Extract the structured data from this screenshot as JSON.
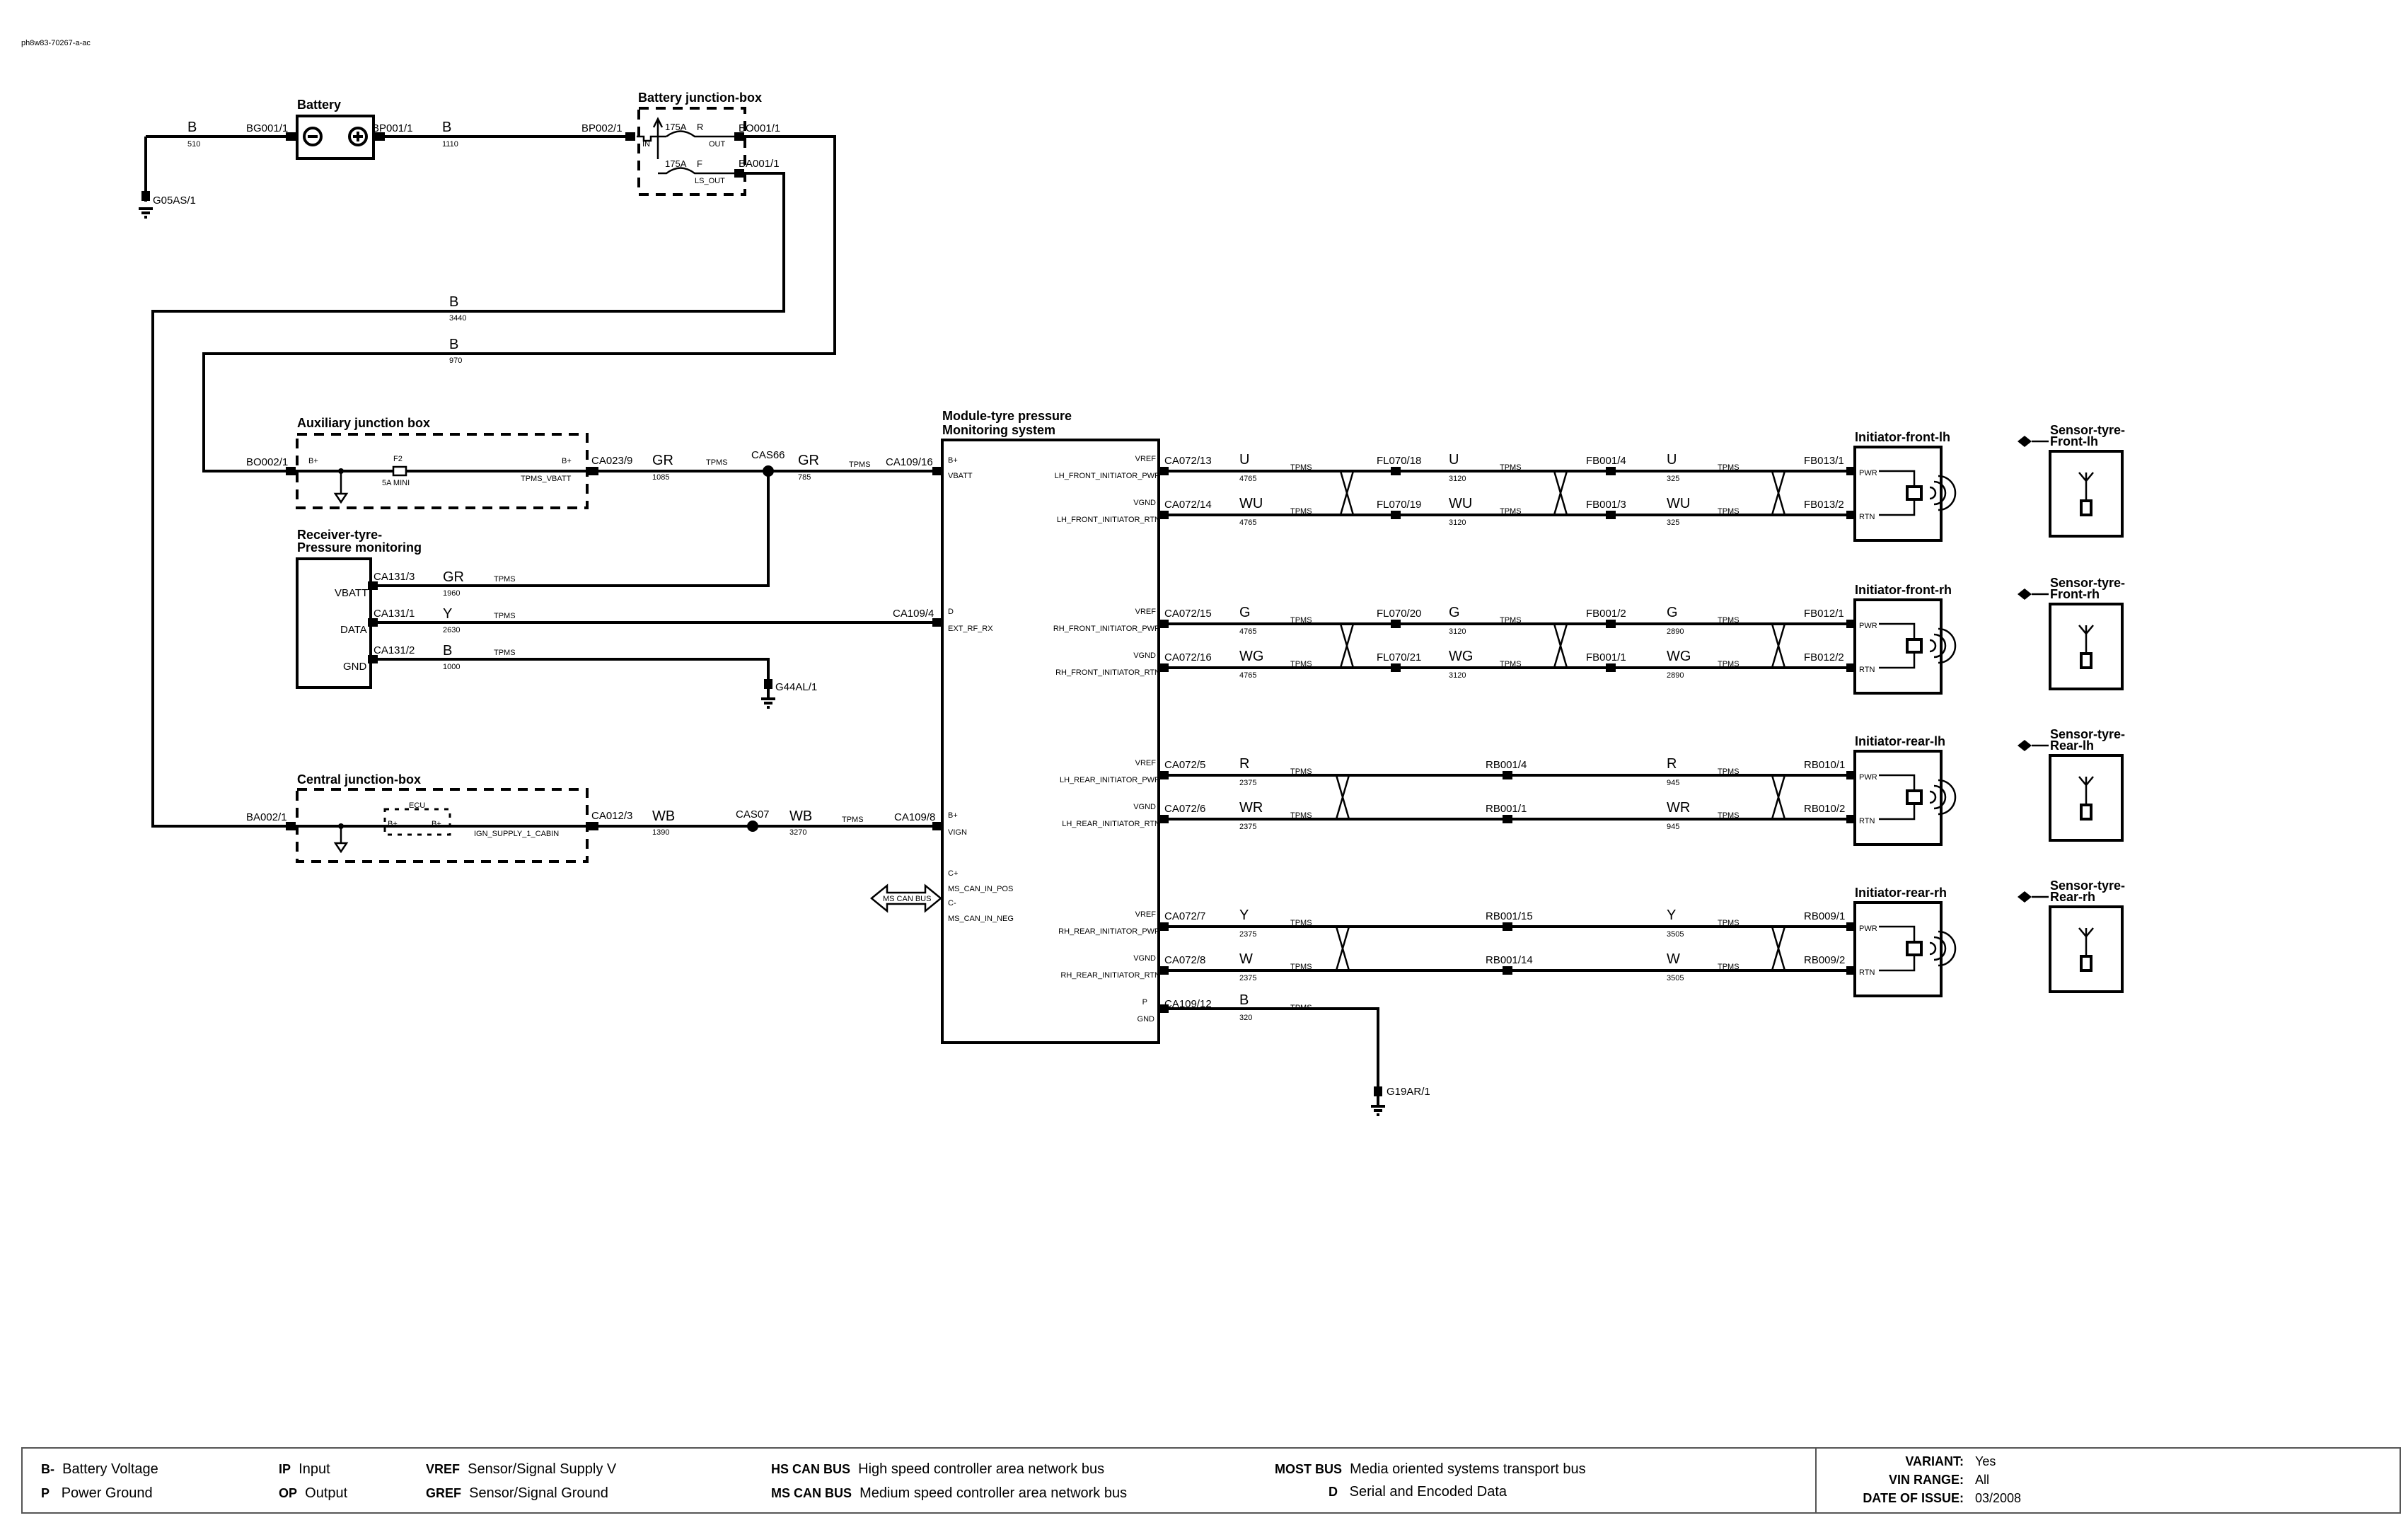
{
  "doc_id": "ph8w83-70267-a-ac",
  "components": {
    "battery": "Battery",
    "battery_jbox": "Battery junction-box",
    "aux_jbox": "Auxiliary junction box",
    "receiver_l1": "Receiver-tyre-",
    "receiver_l2": "Pressure monitoring",
    "central_jbox": "Central junction-box",
    "module_l1": "Module-tyre pressure",
    "module_l2": "Monitoring system",
    "init_front_lh": "Initiator-front-lh",
    "init_front_rh": "Initiator-front-rh",
    "init_rear_lh": "Initiator-rear-lh",
    "init_rear_rh": "Initiator-rear-rh",
    "sensor_front_lh_l1": "Sensor-tyre-",
    "sensor_front_lh_l2": "Front-lh",
    "sensor_front_rh_l1": "Sensor-tyre-",
    "sensor_front_rh_l2": "Front-rh",
    "sensor_rear_lh_l1": "Sensor-tyre-",
    "sensor_rear_lh_l2": "Rear-lh",
    "sensor_rear_rh_l1": "Sensor-tyre-",
    "sensor_rear_rh_l2": "Rear-rh"
  },
  "connectors": {
    "bg001_1": "BG001/1",
    "bp001_1": "BP001/1",
    "bp002_1": "BP002/1",
    "bo001_1": "BO001/1",
    "ba001_1": "BA001/1",
    "g05as_1": "G05AS/1",
    "bo002_1": "BO002/1",
    "ca023_9": "CA023/9",
    "cas66": "CAS66",
    "ca109_16": "CA109/16",
    "ca131_3": "CA131/3",
    "ca131_1": "CA131/1",
    "ca131_2": "CA131/2",
    "ca109_4": "CA109/4",
    "g44al_1": "G44AL/1",
    "ba002_1": "BA002/1",
    "ca012_3": "CA012/3",
    "cas07": "CAS07",
    "ca109_8": "CA109/8",
    "ca109_12": "CA109/12",
    "g19ar_1": "G19AR/1",
    "ca072_13": "CA072/13",
    "ca072_14": "CA072/14",
    "ca072_15": "CA072/15",
    "ca072_16": "CA072/16",
    "ca072_5": "CA072/5",
    "ca072_6": "CA072/6",
    "ca072_7": "CA072/7",
    "ca072_8": "CA072/8",
    "fl070_18": "FL070/18",
    "fl070_19": "FL070/19",
    "fl070_20": "FL070/20",
    "fl070_21": "FL070/21",
    "fb001_4": "FB001/4",
    "fb001_3": "FB001/3",
    "fb001_2": "FB001/2",
    "fb001_1": "FB001/1",
    "fb013_1": "FB013/1",
    "fb013_2": "FB013/2",
    "fb012_1": "FB012/1",
    "fb012_2": "FB012/2",
    "rb001_4": "RB001/4",
    "rb001_1": "RB001/1",
    "rb001_15": "RB001/15",
    "rb001_14": "RB001/14",
    "rb010_1": "RB010/1",
    "rb010_2": "RB010/2",
    "rb009_1": "RB009/1",
    "rb009_2": "RB009/2"
  },
  "colors": {
    "b": "B",
    "gr": "GR",
    "y": "Y",
    "wb": "WB",
    "u": "U",
    "wu": "WU",
    "g": "G",
    "wg": "WG",
    "r": "R",
    "wr": "WR",
    "w": "W"
  },
  "sizes": {
    "s510": "510",
    "s1110": "1110",
    "s3440": "3440",
    "s970": "970",
    "s1085": "1085",
    "s785": "785",
    "s1960": "1960",
    "s2630": "2630",
    "s1000": "1000",
    "s1390": "1390",
    "s3270": "3270",
    "s320": "320",
    "s4765": "4765",
    "s3120": "3120",
    "s325": "325",
    "s2890": "2890",
    "s2375": "2375",
    "s945": "945",
    "s3505": "3505"
  },
  "circuit": "TPMS",
  "pins": {
    "in": "IN",
    "out": "OUT",
    "ls_out": "LS_OUT",
    "bplus": "B+",
    "fuse_f2": "F2",
    "fuse_5a": "5A MINI",
    "tpms_vbatt": "TPMS_VBATT",
    "vbatt": "VBATT",
    "data": "DATA",
    "gnd": "GND",
    "ecu": "ECU",
    "ign_supply": "IGN_SUPPLY_1_CABIN",
    "d": "D",
    "ext_rf_rx": "EXT_RF_RX",
    "vign": "VIGN",
    "cplus": "C+",
    "cminus": "C-",
    "ms_can_pos": "MS_CAN_IN_POS",
    "ms_can_neg": "MS_CAN_IN_NEG",
    "ms_can_bus": "MS CAN BUS",
    "p": "P",
    "vref": "VREF",
    "vgnd": "VGND",
    "lh_front_pwr": "LH_FRONT_INITIATOR_PWR",
    "lh_front_rtn": "LH_FRONT_INITIATOR_RTN",
    "rh_front_pwr": "RH_FRONT_INITIATOR_PWR",
    "rh_front_rtn": "RH_FRONT_INITIATOR_RTN",
    "lh_rear_pwr": "LH_REAR_INITIATOR_PWR",
    "lh_rear_rtn": "LH_REAR_INITIATOR_RTN",
    "rh_rear_pwr": "RH_REAR_INITIATOR_PWR",
    "rh_rear_rtn": "RH_REAR_INITIATOR_RTN",
    "pwr": "PWR",
    "rtn": "RTN",
    "fuse_r_rating": "175A",
    "fuse_r": "R",
    "fuse_f_rating": "175A",
    "fuse_f": "F"
  },
  "legend": {
    "b_minus_code": "B-",
    "b_minus_text": "Battery Voltage",
    "p_code": "P",
    "p_text": "Power Ground",
    "ip_code": "IP",
    "ip_text": "Input",
    "op_code": "OP",
    "op_text": "Output",
    "vref_code": "VREF",
    "vref_text": "Sensor/Signal Supply V",
    "gref_code": "GREF",
    "gref_text": "Sensor/Signal Ground",
    "hs_code": "HS CAN BUS",
    "hs_text": "High speed controller area network bus",
    "ms_code": "MS CAN BUS",
    "ms_text": "Medium speed controller area network bus",
    "most_code": "MOST BUS",
    "most_text": "Media oriented systems transport bus",
    "d_code": "D",
    "d_text": "Serial and Encoded Data"
  },
  "meta": {
    "variant_label": "VARIANT:",
    "variant": "Yes",
    "vin_label": "VIN RANGE:",
    "vin": "All",
    "date_label": "DATE OF ISSUE:",
    "date": "03/2008"
  }
}
